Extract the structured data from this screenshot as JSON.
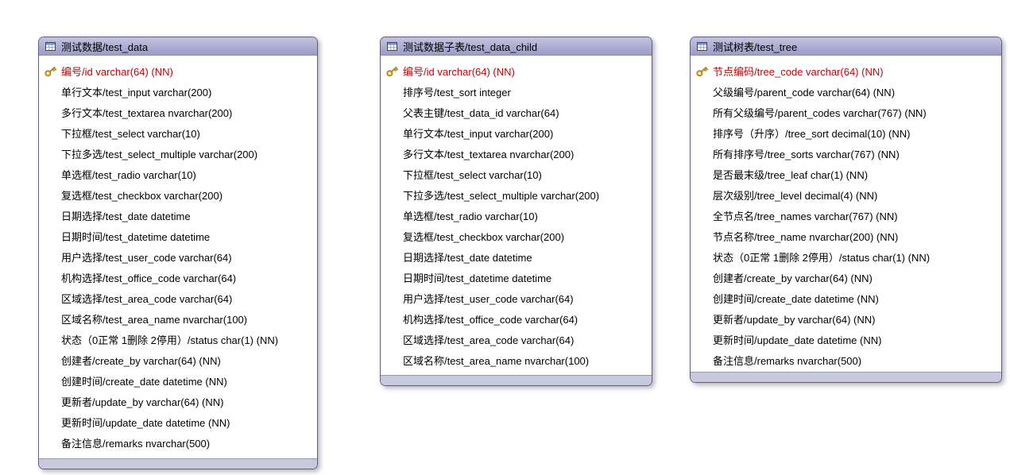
{
  "diagram": {
    "icons": {
      "header_icon": "table-icon",
      "primary_key_icon": "key-icon"
    },
    "colors": {
      "header_top": "#c3c3e0",
      "header_bottom": "#9c9cc6",
      "footer_strip": "#c9c9de",
      "border": "#5f5f7d",
      "primary_key_text": "#cc0000",
      "field_text": "#000000",
      "key_gold": "#d8a92a",
      "background": "#ffffff"
    },
    "tables": [
      {
        "id": "test_data",
        "title": "测试数据/test_data",
        "fields": [
          {
            "label": "编号/id varchar(64) (NN)",
            "primary_key": true
          },
          {
            "label": "单行文本/test_input varchar(200)",
            "primary_key": false
          },
          {
            "label": "多行文本/test_textarea nvarchar(200)",
            "primary_key": false
          },
          {
            "label": "下拉框/test_select varchar(10)",
            "primary_key": false
          },
          {
            "label": "下拉多选/test_select_multiple varchar(200)",
            "primary_key": false
          },
          {
            "label": "单选框/test_radio varchar(10)",
            "primary_key": false
          },
          {
            "label": "复选框/test_checkbox varchar(200)",
            "primary_key": false
          },
          {
            "label": "日期选择/test_date datetime",
            "primary_key": false
          },
          {
            "label": "日期时间/test_datetime datetime",
            "primary_key": false
          },
          {
            "label": "用户选择/test_user_code varchar(64)",
            "primary_key": false
          },
          {
            "label": "机构选择/test_office_code varchar(64)",
            "primary_key": false
          },
          {
            "label": "区域选择/test_area_code varchar(64)",
            "primary_key": false
          },
          {
            "label": "区域名称/test_area_name nvarchar(100)",
            "primary_key": false
          },
          {
            "label": "状态（0正常 1删除 2停用）/status char(1) (NN)",
            "primary_key": false
          },
          {
            "label": "创建者/create_by varchar(64) (NN)",
            "primary_key": false
          },
          {
            "label": "创建时间/create_date datetime (NN)",
            "primary_key": false
          },
          {
            "label": "更新者/update_by varchar(64) (NN)",
            "primary_key": false
          },
          {
            "label": "更新时间/update_date datetime (NN)",
            "primary_key": false
          },
          {
            "label": "备注信息/remarks nvarchar(500)",
            "primary_key": false
          }
        ]
      },
      {
        "id": "test_data_child",
        "title": "测试数据子表/test_data_child",
        "fields": [
          {
            "label": "编号/id varchar(64) (NN)",
            "primary_key": true
          },
          {
            "label": "排序号/test_sort integer",
            "primary_key": false
          },
          {
            "label": "父表主键/test_data_id varchar(64)",
            "primary_key": false
          },
          {
            "label": "单行文本/test_input varchar(200)",
            "primary_key": false
          },
          {
            "label": "多行文本/test_textarea nvarchar(200)",
            "primary_key": false
          },
          {
            "label": "下拉框/test_select varchar(10)",
            "primary_key": false
          },
          {
            "label": "下拉多选/test_select_multiple varchar(200)",
            "primary_key": false
          },
          {
            "label": "单选框/test_radio varchar(10)",
            "primary_key": false
          },
          {
            "label": "复选框/test_checkbox varchar(200)",
            "primary_key": false
          },
          {
            "label": "日期选择/test_date datetime",
            "primary_key": false
          },
          {
            "label": "日期时间/test_datetime datetime",
            "primary_key": false
          },
          {
            "label": "用户选择/test_user_code varchar(64)",
            "primary_key": false
          },
          {
            "label": "机构选择/test_office_code varchar(64)",
            "primary_key": false
          },
          {
            "label": "区域选择/test_area_code varchar(64)",
            "primary_key": false
          },
          {
            "label": "区域名称/test_area_name nvarchar(100)",
            "primary_key": false
          }
        ]
      },
      {
        "id": "test_tree",
        "title": "测试树表/test_tree",
        "fields": [
          {
            "label": "节点编码/tree_code varchar(64) (NN)",
            "primary_key": true
          },
          {
            "label": "父级编号/parent_code varchar(64) (NN)",
            "primary_key": false
          },
          {
            "label": "所有父级编号/parent_codes varchar(767) (NN)",
            "primary_key": false
          },
          {
            "label": "排序号（升序）/tree_sort decimal(10) (NN)",
            "primary_key": false
          },
          {
            "label": "所有排序号/tree_sorts varchar(767) (NN)",
            "primary_key": false
          },
          {
            "label": "是否最末级/tree_leaf char(1) (NN)",
            "primary_key": false
          },
          {
            "label": "层次级别/tree_level decimal(4) (NN)",
            "primary_key": false
          },
          {
            "label": "全节点名/tree_names varchar(767) (NN)",
            "primary_key": false
          },
          {
            "label": "节点名称/tree_name nvarchar(200) (NN)",
            "primary_key": false
          },
          {
            "label": "状态（0正常 1删除 2停用）/status char(1) (NN)",
            "primary_key": false
          },
          {
            "label": "创建者/create_by varchar(64) (NN)",
            "primary_key": false
          },
          {
            "label": "创建时间/create_date datetime (NN)",
            "primary_key": false
          },
          {
            "label": "更新者/update_by varchar(64) (NN)",
            "primary_key": false
          },
          {
            "label": "更新时间/update_date datetime (NN)",
            "primary_key": false
          },
          {
            "label": "备注信息/remarks nvarchar(500)",
            "primary_key": false
          }
        ]
      }
    ]
  }
}
